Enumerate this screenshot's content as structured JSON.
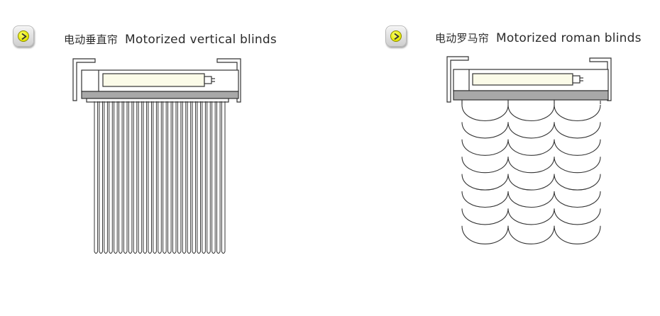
{
  "vertical": {
    "title_zh": "电动垂直帘",
    "title_en": "Motorized vertical blinds",
    "icon": "play-icon",
    "accent": "#e8ea00"
  },
  "roman": {
    "title_zh": "电动罗马帘",
    "title_en": "Motorized roman blinds",
    "icon": "play-icon",
    "accent": "#e8ea00"
  },
  "colors": {
    "line": "#333333",
    "motor_fill": "#fbfbe8",
    "rail_fill": "#a8a8a8"
  }
}
